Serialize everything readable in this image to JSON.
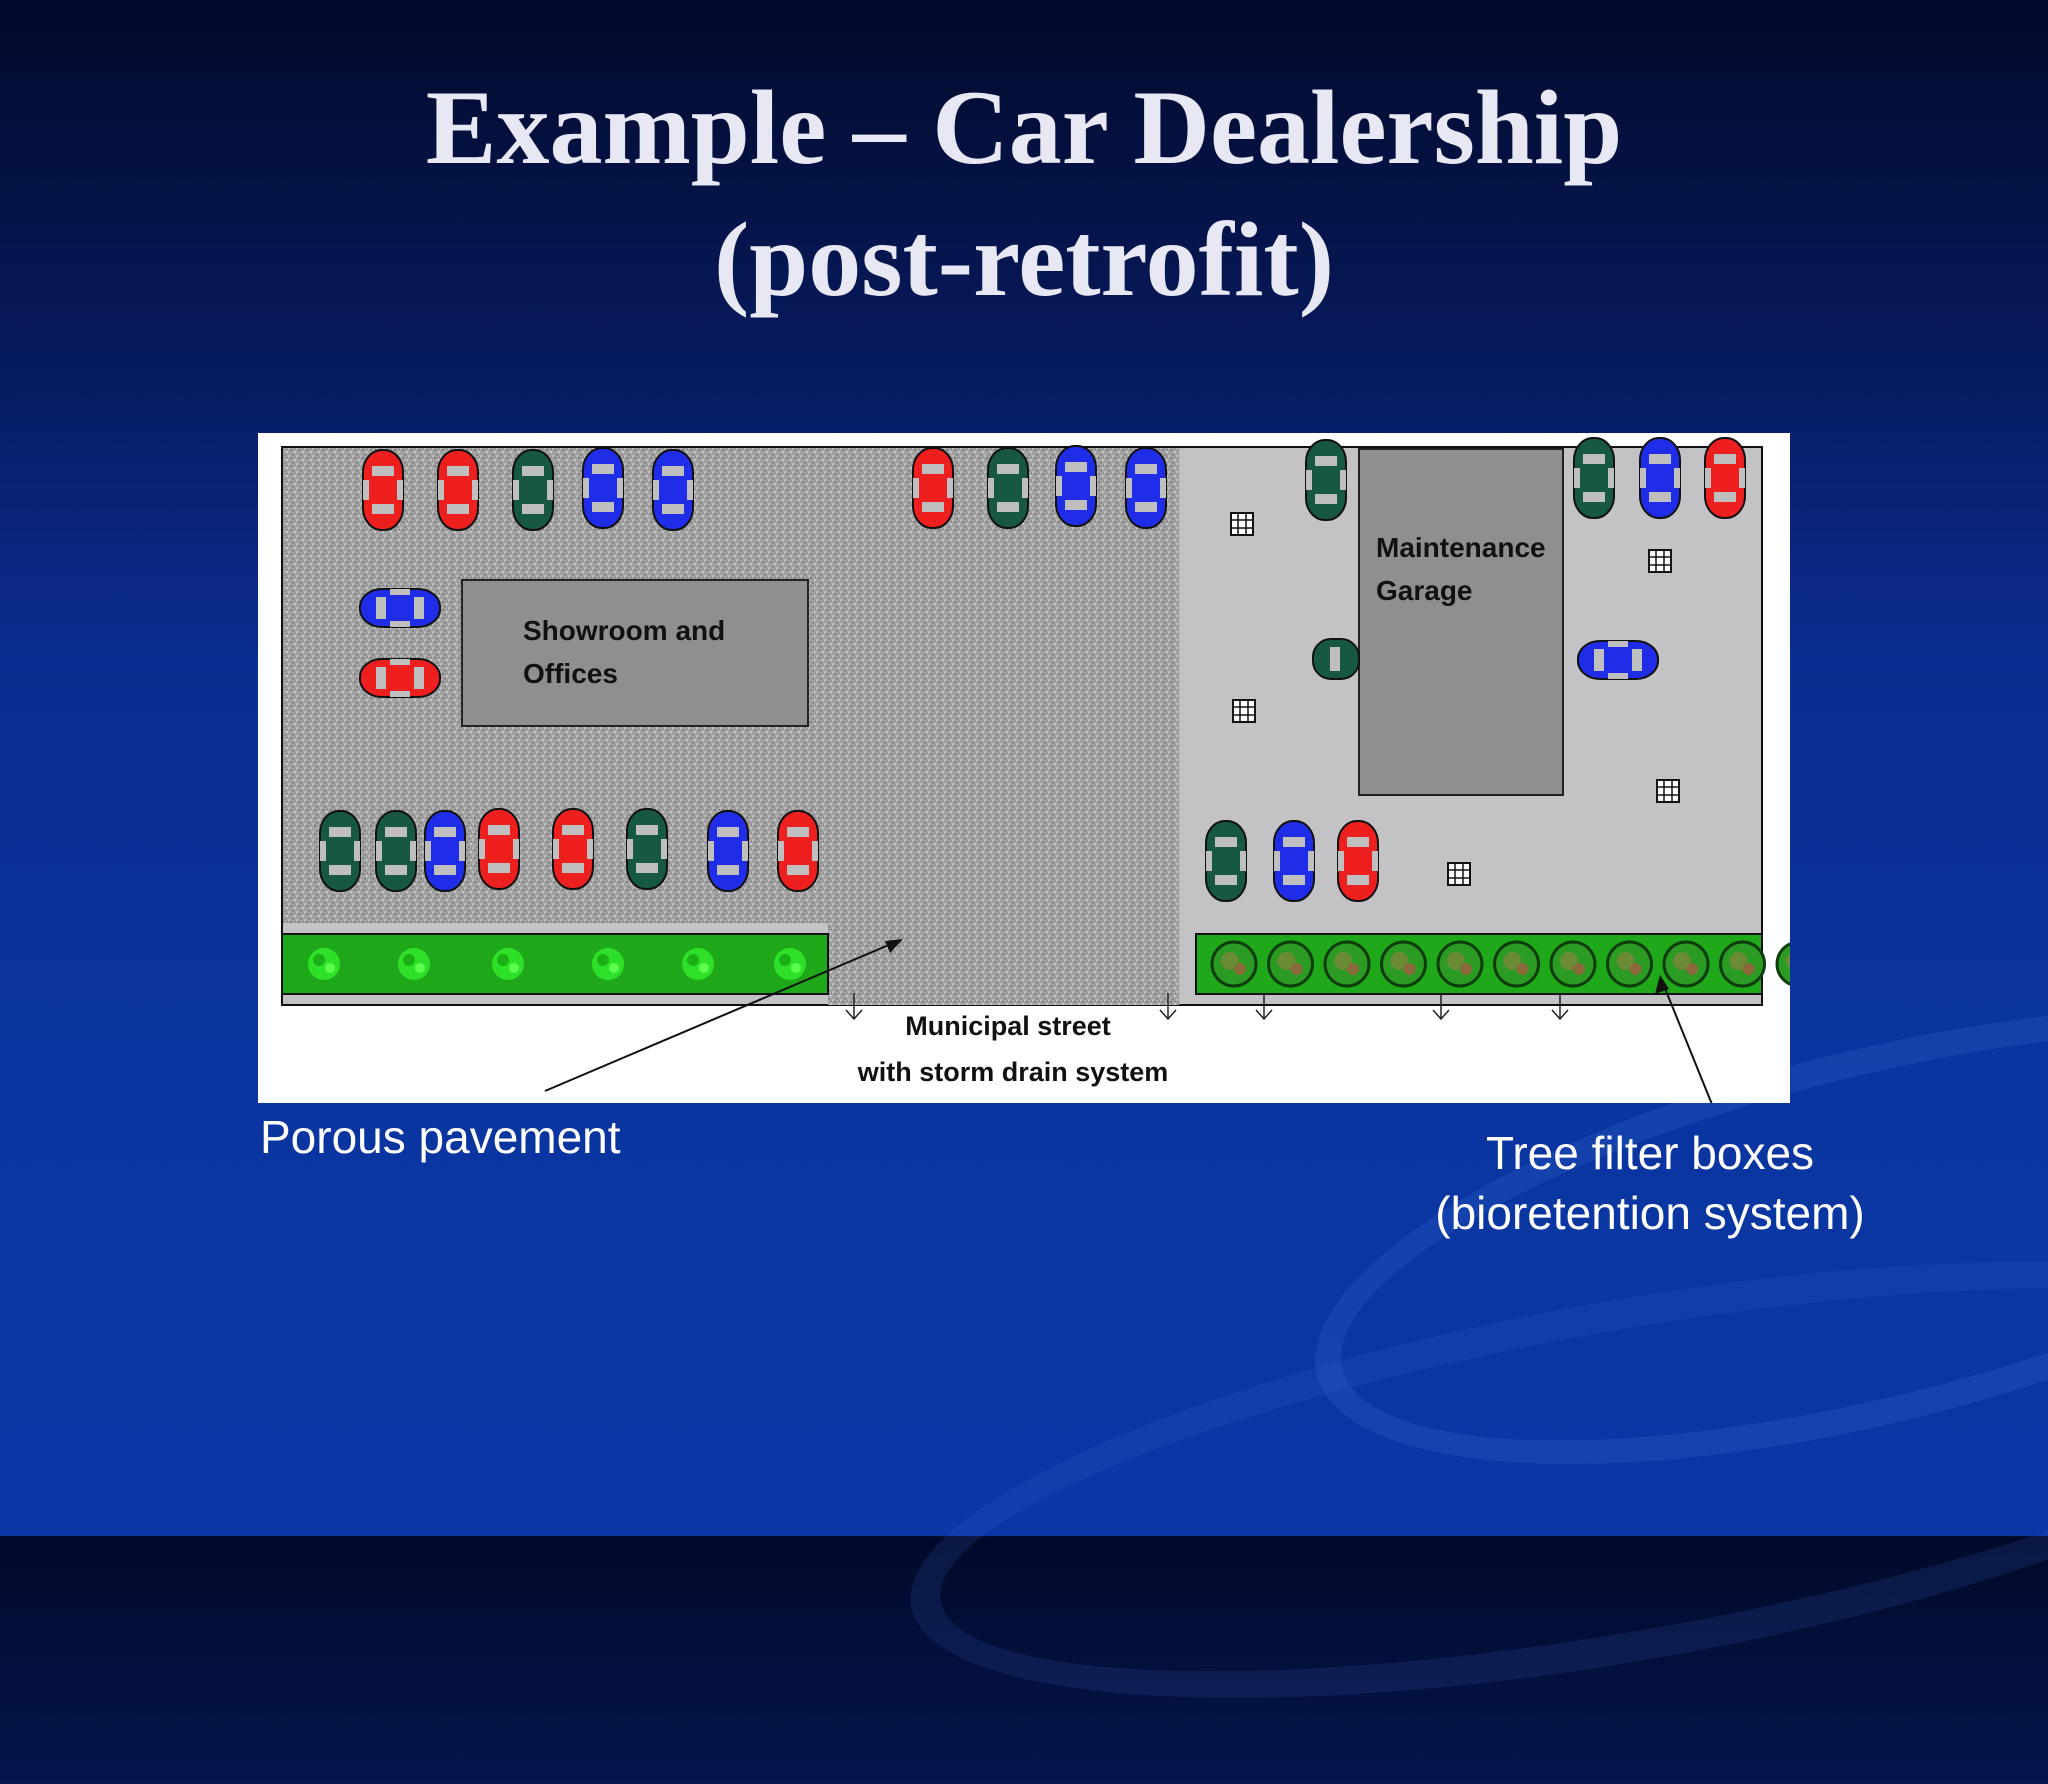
{
  "slide": {
    "title_line1": "Example – Car Dealership",
    "title_line2": "(post-retrofit)"
  },
  "diagram": {
    "buildings": {
      "showroom_line1": "Showroom and",
      "showroom_line2": "Offices",
      "garage_line1": "Maintenance",
      "garage_line2": "Garage"
    },
    "street_line1": "Municipal street",
    "street_line2": "with storm drain system",
    "colors": {
      "porous_pavement": "#9a9a9a",
      "impervious_lot": "#c3c3c6",
      "building": "#8f8f91",
      "planting_strip": "#22a31c",
      "car_red": "#ee1f1f",
      "car_blue": "#1f2de8",
      "car_green": "#175840"
    }
  },
  "captions": {
    "porous_pavement": "Porous pavement",
    "tree_filter_line1": "Tree filter boxes",
    "tree_filter_line2": "(bioretention system)"
  }
}
